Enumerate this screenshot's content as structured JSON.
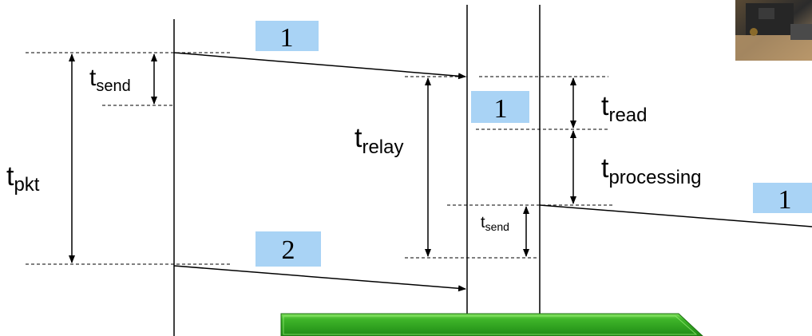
{
  "colors": {
    "packet_box": "#a9d3f5",
    "green_block": "#2a9a1a",
    "green_block_highlight": "#6fd850",
    "photo": "#8a6a3a"
  },
  "packets": {
    "first": "1",
    "first_received": "1",
    "first_forwarded": "1",
    "second": "2"
  },
  "labels": {
    "t_pkt": {
      "base": "t",
      "sub": "pkt"
    },
    "t_send_sender": {
      "base": "t",
      "sub": "send"
    },
    "t_relay": {
      "base": "t",
      "sub": "relay"
    },
    "t_read": {
      "base": "t",
      "sub": "read"
    },
    "t_processing": {
      "base": "t",
      "sub": "processing"
    },
    "t_send_relay": {
      "base": "t",
      "sub": "send"
    }
  },
  "images": {
    "device_photo": "device-photo"
  }
}
